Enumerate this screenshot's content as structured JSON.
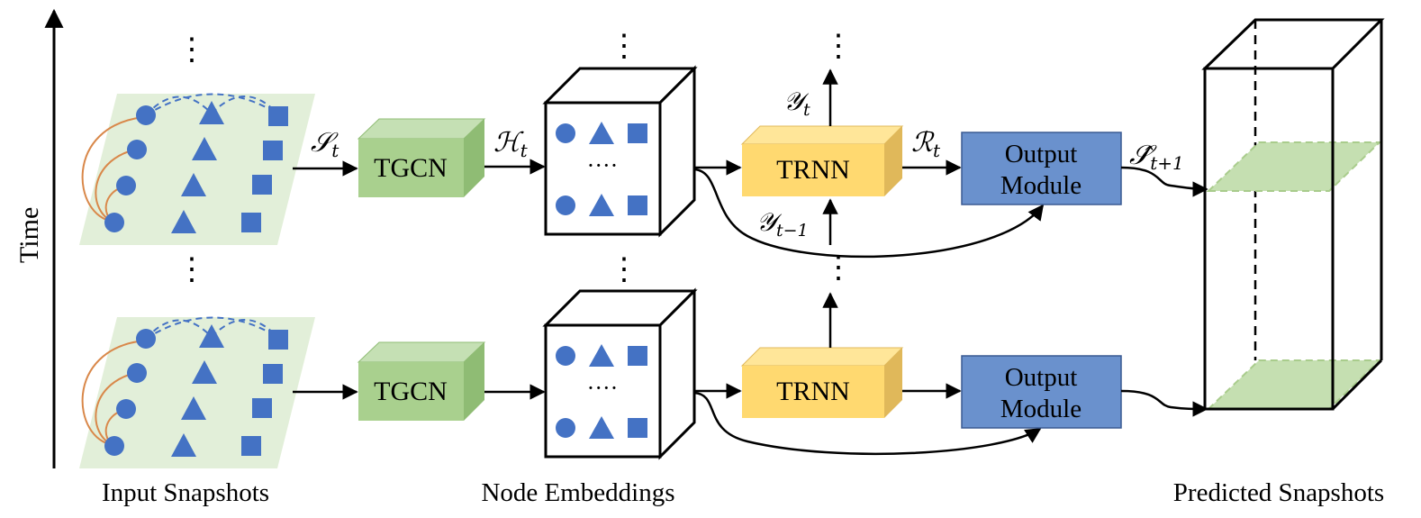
{
  "axis": {
    "time_label": "Time"
  },
  "colors": {
    "node_blue": "#4472c4",
    "edge_orange": "#d9884a",
    "edge_dashed": "#4472c4",
    "snapshot_bg": "#e2efd9",
    "tgcn_front": "#a9d08e",
    "tgcn_top": "#c5e0b4",
    "tgcn_side": "#8fbc74",
    "trnn_front": "#ffd970",
    "trnn_top": "#ffe699",
    "trnn_side": "#e0b85a",
    "output_fill": "#6a91cd",
    "predicted_plane": "#c5dfb1"
  },
  "blocks": {
    "tgcn": "TGCN",
    "trnn": "TRNN",
    "output_line1": "Output",
    "output_line2": "Module",
    "embed_dots": "····"
  },
  "math": {
    "s_t": "𝒮",
    "s_t_sub": "t",
    "h_t": "ℋ",
    "h_t_sub": "t",
    "y_t": "𝒴",
    "y_t_sub": "t",
    "y_tm1": "𝒴",
    "y_tm1_sub": "t−1",
    "r_t": "ℛ",
    "r_t_sub": "t",
    "s_hat": "𝒮̂",
    "s_hat_sub": "t+1"
  },
  "vdots": "⋮",
  "captions": {
    "input": "Input Snapshots",
    "embeddings": "Node Embeddings",
    "predicted": "Predicted Snapshots"
  }
}
